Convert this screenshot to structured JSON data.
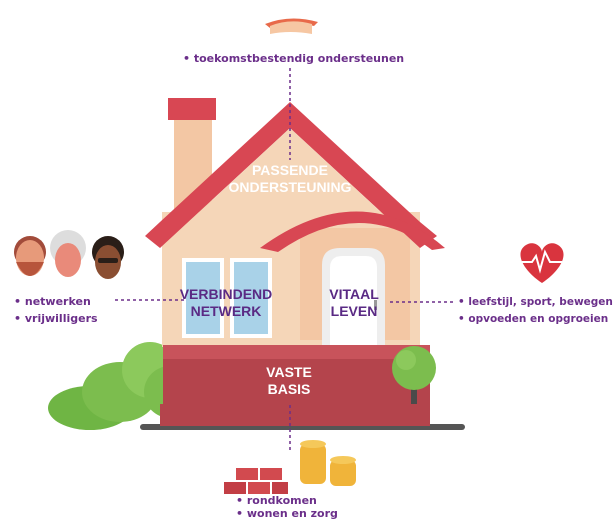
{
  "top_bullets": [
    "• toekomstbestendig ondersteunen"
  ],
  "roof_label": [
    "PASSENDE",
    "ONDERSTEUNING"
  ],
  "left_window_label": [
    "VERBINDEND",
    "NETWERK"
  ],
  "door_label": [
    "VITAAL",
    "LEVEN"
  ],
  "base_label": [
    "VASTE",
    "BASIS"
  ],
  "left_bullets": [
    "• netwerken",
    "• vrijwilligers"
  ],
  "right_bullets": [
    "• leefstijl, sport, bewegen",
    "• opvoeden en opgroeien"
  ],
  "bottom_bullets": [
    "• rondkomen",
    "• wonen en zorg"
  ],
  "icons": [
    "hand-icon",
    "people-icon",
    "heart-icon",
    "bricks-icon",
    "coins-icon",
    "bush-icon",
    "tree-icon"
  ],
  "colors": {
    "roof": "#d84753",
    "wall": "#f5d6b8",
    "base": "#b4444c",
    "window": "#a9d2e8",
    "green": "#7cbd4e",
    "text": "#6b2f8a",
    "heart": "#d9343e"
  }
}
